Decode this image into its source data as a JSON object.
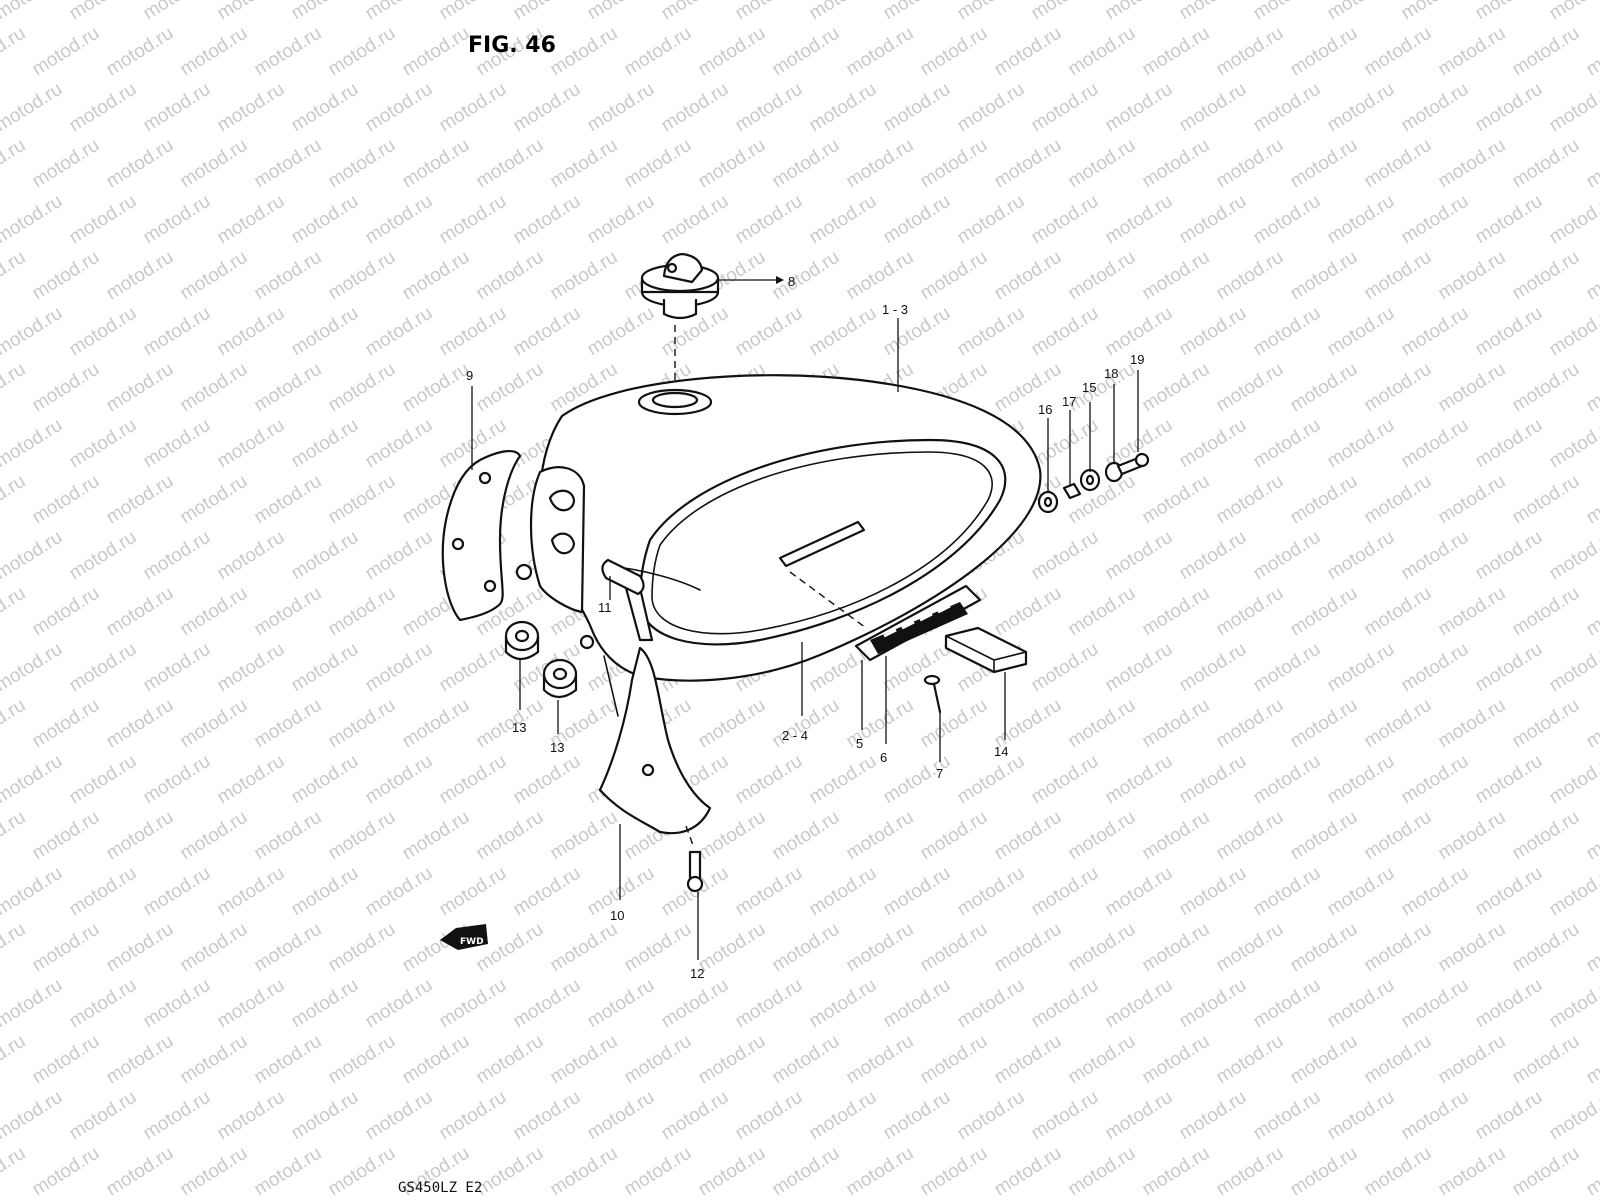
{
  "figure": {
    "title": "FIG. 46",
    "model": "GS450LZ  E2"
  },
  "watermark": "motod.ru",
  "fwd_badge": "FWD",
  "callouts": [
    {
      "id": "c8",
      "text": "8"
    },
    {
      "id": "c1_3",
      "text": "1 - 3"
    },
    {
      "id": "c9",
      "text": "9"
    },
    {
      "id": "c16",
      "text": "16"
    },
    {
      "id": "c17",
      "text": "17"
    },
    {
      "id": "c15",
      "text": "15"
    },
    {
      "id": "c18",
      "text": "18"
    },
    {
      "id": "c19",
      "text": "19"
    },
    {
      "id": "c11",
      "text": "11"
    },
    {
      "id": "c13a",
      "text": "13"
    },
    {
      "id": "c13b",
      "text": "13"
    },
    {
      "id": "c2_4",
      "text": "2 - 4"
    },
    {
      "id": "c5",
      "text": "5"
    },
    {
      "id": "c6",
      "text": "6"
    },
    {
      "id": "c7",
      "text": "7"
    },
    {
      "id": "c14",
      "text": "14"
    },
    {
      "id": "c10",
      "text": "10"
    },
    {
      "id": "c12",
      "text": "12"
    }
  ],
  "colors": {
    "ink": "#111111",
    "watermark": "#c9c9c9",
    "background": "#ffffff"
  }
}
